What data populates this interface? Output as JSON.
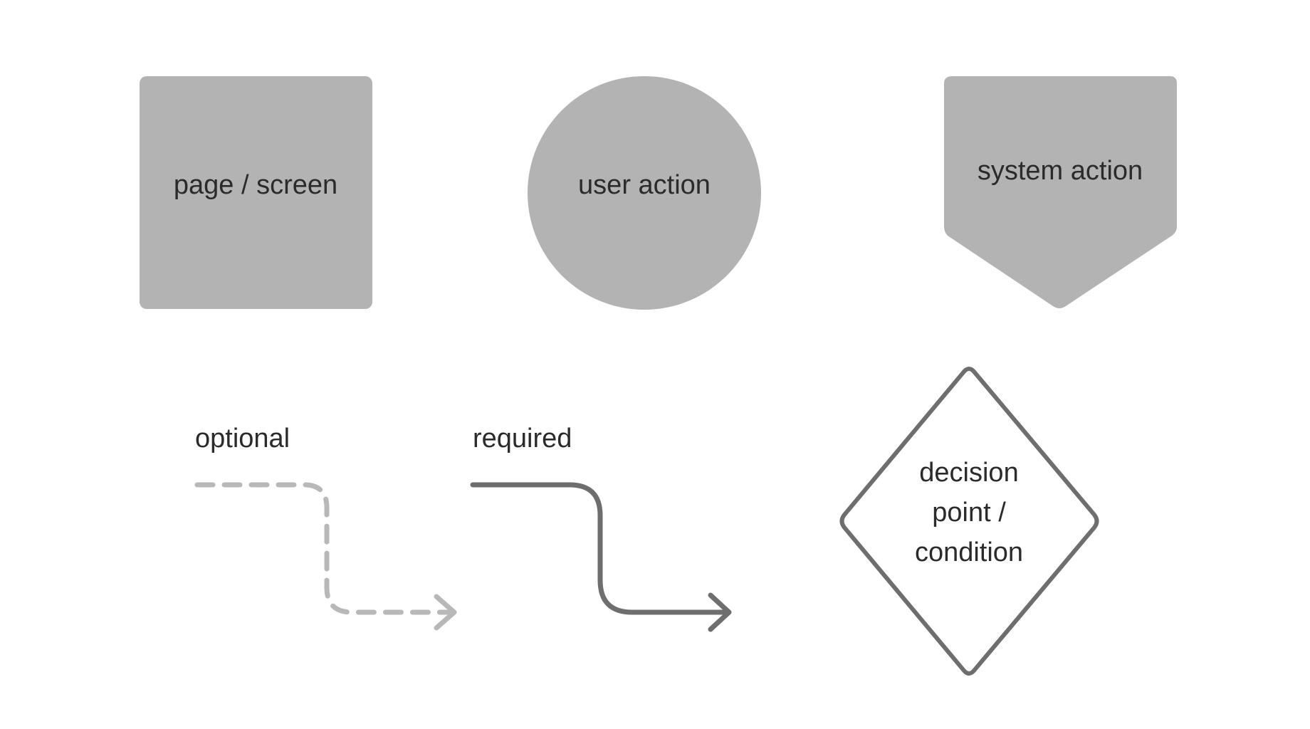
{
  "legend": {
    "page_screen": {
      "label": "page / screen",
      "fill": "#b3b3b3"
    },
    "user_action": {
      "label": "user action",
      "fill": "#b3b3b3"
    },
    "system_action": {
      "label": "system action",
      "fill": "#b3b3b3"
    },
    "decision": {
      "lines": [
        "decision",
        "point /",
        "condition"
      ],
      "stroke": "#6e6e6e",
      "fill": "#ffffff"
    },
    "optional_connector": {
      "label": "optional",
      "stroke": "#b8b8b8",
      "style": "dashed"
    },
    "required_connector": {
      "label": "required",
      "stroke": "#6e6e6e",
      "style": "solid"
    }
  },
  "colors": {
    "background": "#ffffff",
    "text": "#2b2b2b"
  }
}
